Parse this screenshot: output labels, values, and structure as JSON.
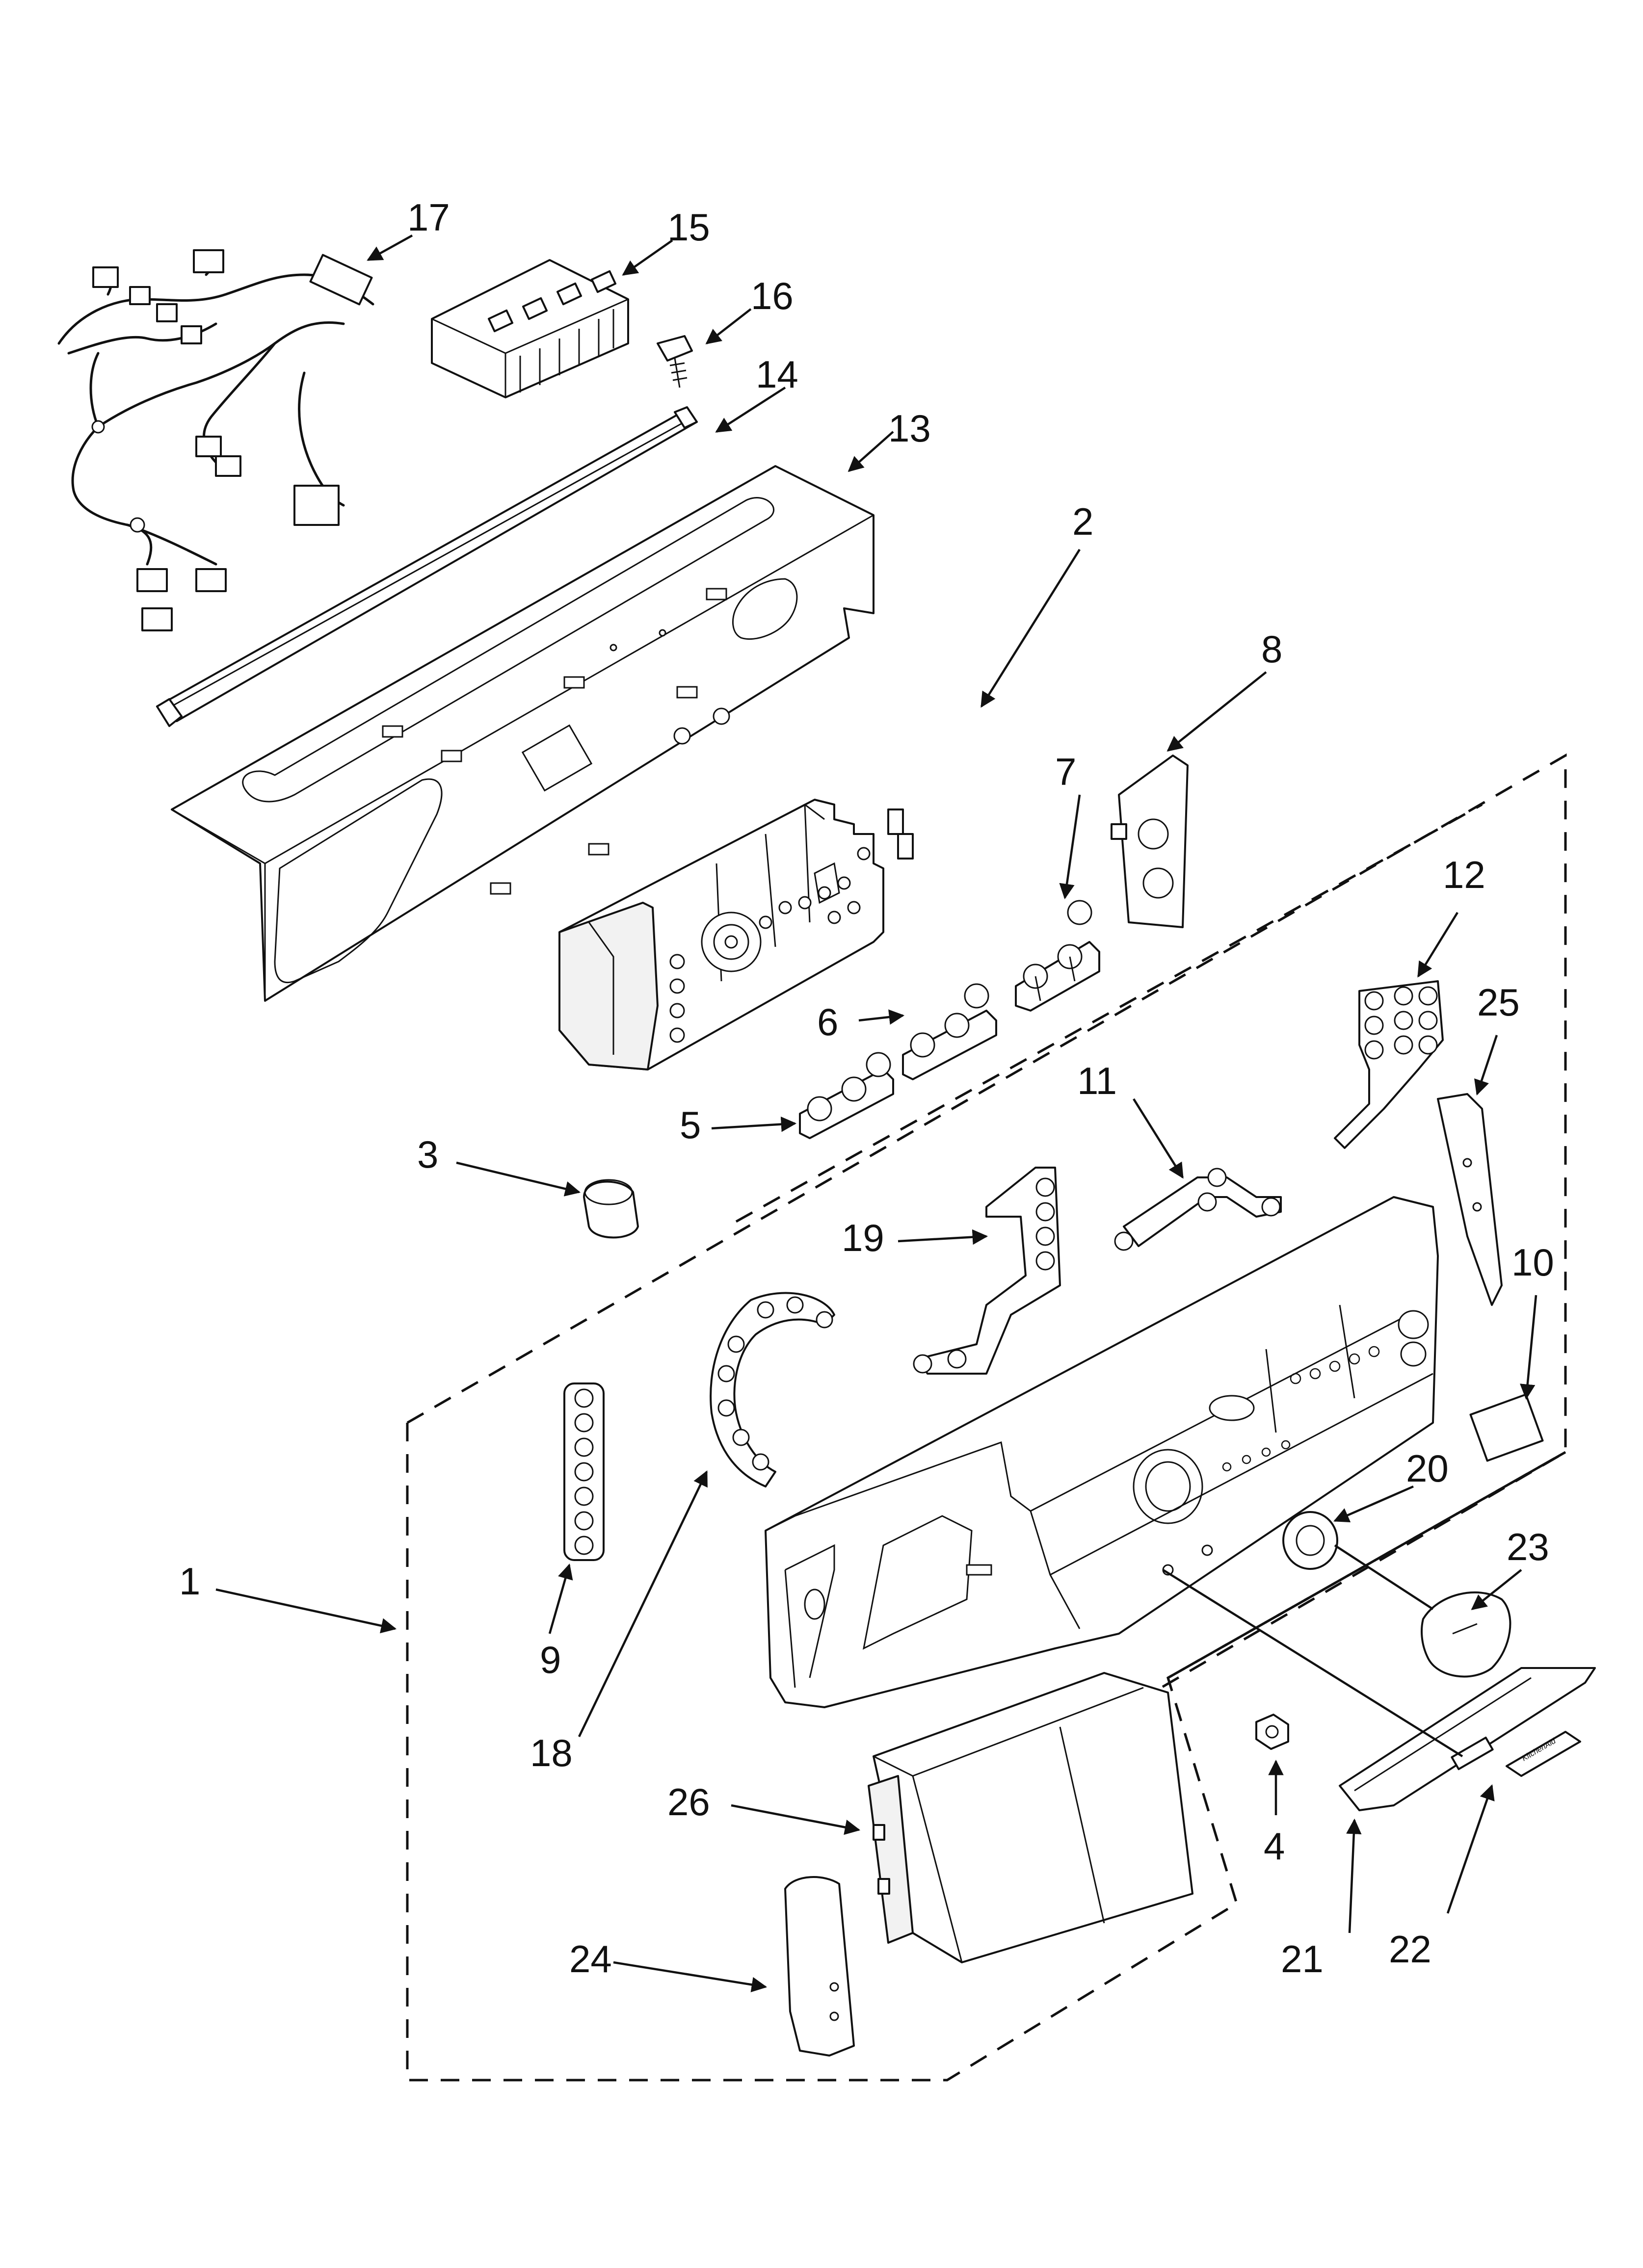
{
  "diagram": {
    "callouts": [
      "1",
      "2",
      "3",
      "4",
      "5",
      "6",
      "7",
      "8",
      "9",
      "10",
      "11",
      "12",
      "13",
      "14",
      "15",
      "16",
      "17",
      "18",
      "19",
      "20",
      "21",
      "22",
      "23",
      "24",
      "25",
      "26"
    ],
    "badge_text": "KitchenAid"
  }
}
